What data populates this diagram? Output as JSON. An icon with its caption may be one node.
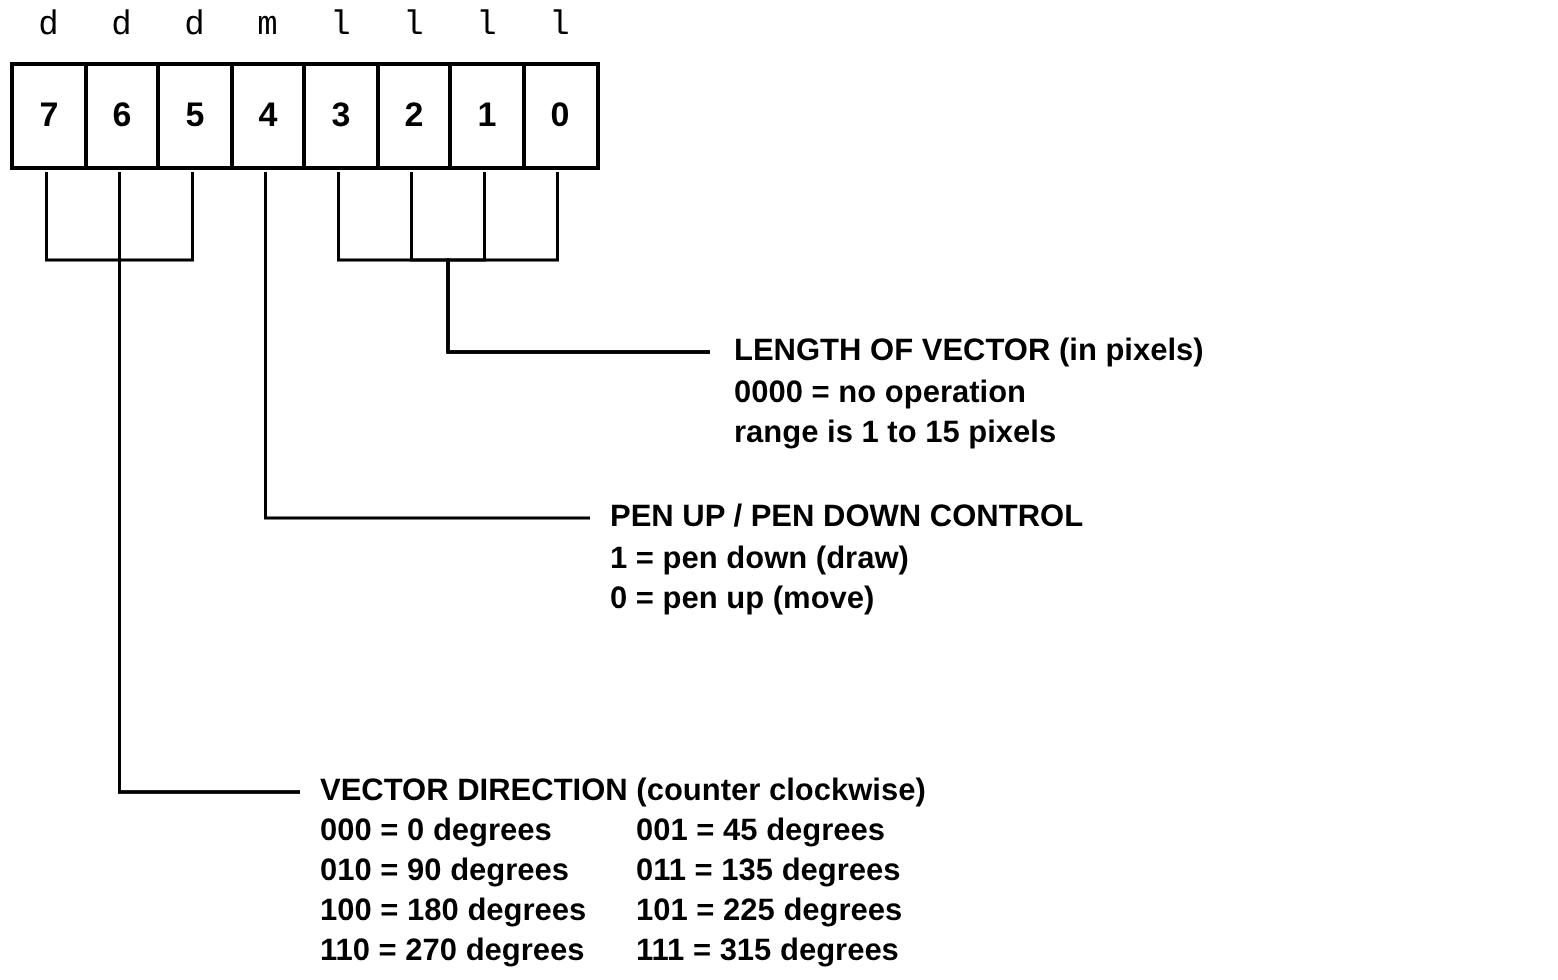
{
  "diagram": {
    "nodes": [
      {
        "text": [
          "7"
        ],
        "beside": [
          "d"
        ]
      },
      {
        "text": [
          "6"
        ],
        "beside": [
          "d"
        ]
      },
      {
        "text": [
          "5"
        ],
        "beside": [
          "d"
        ]
      },
      {
        "text": [
          "4"
        ],
        "beside": [
          "m"
        ]
      },
      {
        "text": [
          "3"
        ],
        "beside": [
          "l"
        ]
      },
      {
        "text": [
          "2"
        ],
        "beside": [
          "l"
        ]
      },
      {
        "text": [
          "1"
        ],
        "beside": [
          "l"
        ]
      },
      {
        "text": [
          "0"
        ],
        "beside": [
          "l"
        ]
      },
      {
        "text": [
          "LENGTH OF VECTOR (in pixels)",
          "0000 = no operation",
          "range is 1 to 15 pixels"
        ]
      },
      {
        "text": [
          "PEN UP / PEN DOWN CONTROL",
          "1 = pen down (draw)",
          "0 = pen up (move)"
        ]
      },
      {
        "text": [
          "VECTOR DIRECTION (counter clockwise)",
          "000 = 0 degrees",
          "001 = 45 degrees",
          "010 = 90 degrees",
          "011 = 135 degrees",
          "100 = 180 degrees",
          "101 = 225 degrees",
          "110 = 270 degrees",
          "111 = 315 degrees"
        ]
      }
    ],
    "edges": [
      {
        "from": 4,
        "to": 8,
        "arrow": "none"
      },
      {
        "from": 5,
        "to": 8,
        "arrow": "none"
      },
      {
        "from": 6,
        "to": 8,
        "arrow": "none"
      },
      {
        "from": 7,
        "to": 8,
        "arrow": "none"
      },
      {
        "from": 3,
        "to": 9,
        "arrow": "none"
      },
      {
        "from": 0,
        "to": 10,
        "arrow": "none"
      },
      {
        "from": 1,
        "to": 10,
        "arrow": "none"
      },
      {
        "from": 2,
        "to": 10,
        "arrow": "none"
      }
    ]
  }
}
